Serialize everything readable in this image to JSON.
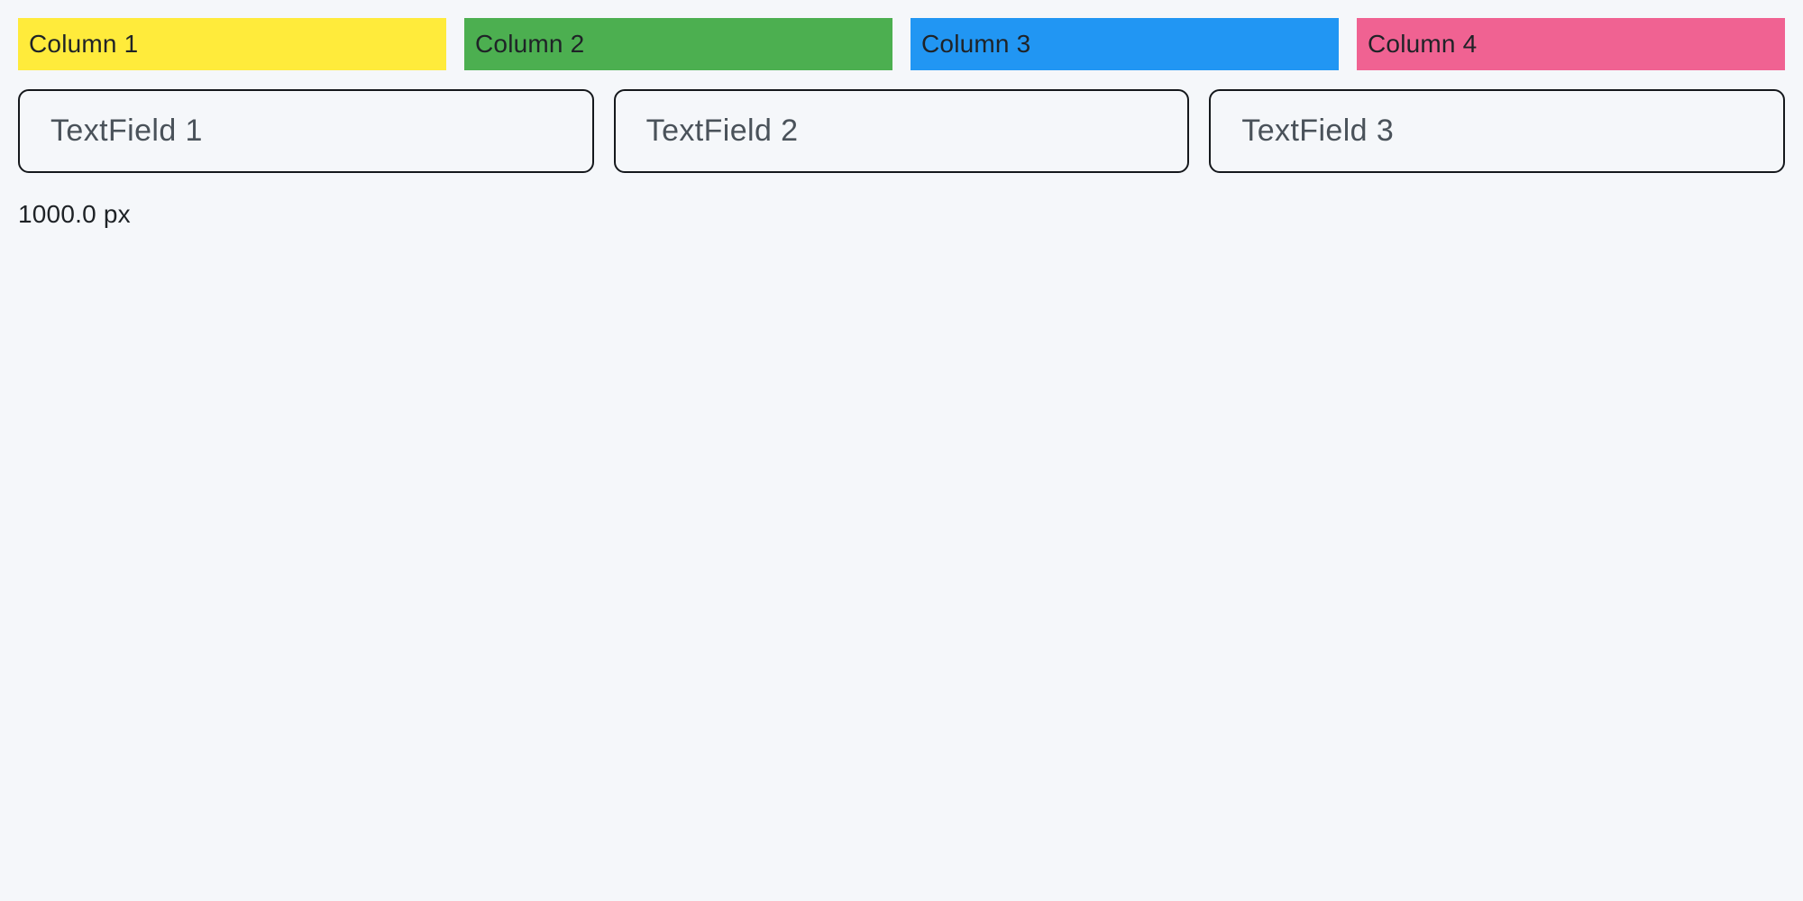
{
  "page": {
    "background": "#f5f7fa",
    "width_label": "1000.0 px"
  },
  "columns": [
    {
      "label": "Column 1",
      "color": "#FFEB3B"
    },
    {
      "label": "Column 2",
      "color": "#4CAF50"
    },
    {
      "label": "Column 3",
      "color": "#2196F3"
    },
    {
      "label": "Column 4",
      "color": "#F06292"
    }
  ],
  "textfields": [
    {
      "placeholder": "TextField 1",
      "value": ""
    },
    {
      "placeholder": "TextField 2",
      "value": ""
    },
    {
      "placeholder": "TextField 3",
      "value": ""
    }
  ]
}
